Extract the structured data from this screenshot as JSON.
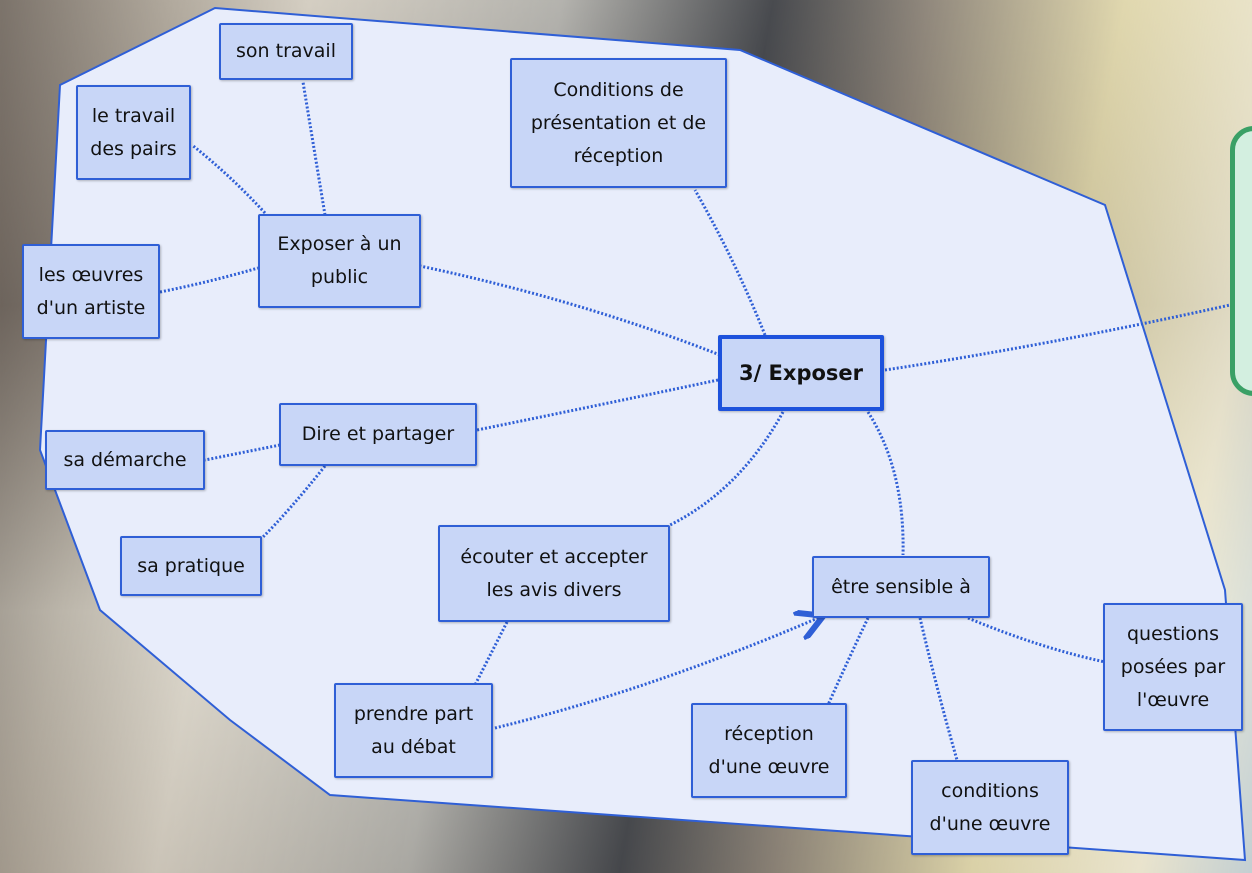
{
  "diagram": {
    "central": "3/ Exposer",
    "nodes": {
      "son_travail": "son travail",
      "travail_pairs": "le travail\ndes pairs",
      "conditions_presentation": "Conditions de\nprésentation et de\nréception",
      "exposer_public": "Exposer à un\npublic",
      "oeuvres_artiste": "les œuvres\nd'un artiste",
      "dire_partager": "Dire et partager",
      "sa_demarche": "sa démarche",
      "sa_pratique": "sa pratique",
      "ecouter_accepter": "écouter et accepter\nles avis divers",
      "etre_sensible": "être sensible à",
      "questions_posees": "questions\nposées par\nl'œuvre",
      "prendre_part": "prendre part\nau débat",
      "reception_oeuvre": "réception\nd'une œuvre",
      "conditions_oeuvre": "conditions\nd'une œuvre"
    }
  },
  "colors": {
    "region_fill": "#e8edfb",
    "node_fill": "#c8d6f7",
    "node_border": "#2f5fd6",
    "connector": "#2f5fd6",
    "side_box_fill": "#d3efe0",
    "side_box_border": "#3aa066"
  }
}
